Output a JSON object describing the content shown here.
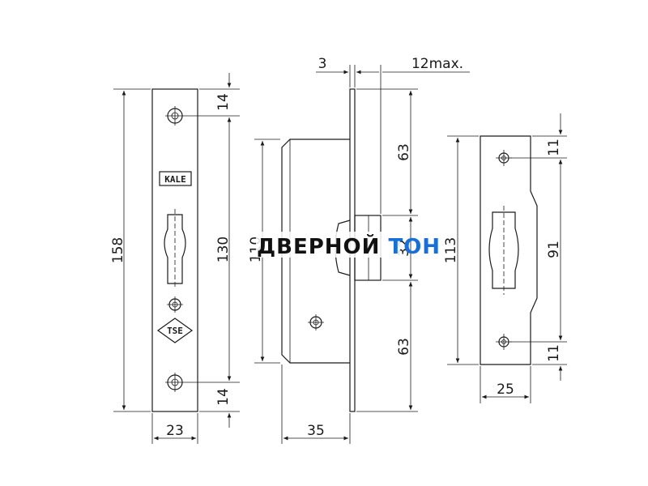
{
  "dimensions": {
    "faceplate_height": "158",
    "faceplate_inner": "130",
    "faceplate_top": "14",
    "faceplate_bottom": "14",
    "faceplate_width": "23",
    "body_height": "110",
    "upper": "63",
    "middle": "32",
    "lower": "63",
    "backset": "35",
    "plate_thickness": "3",
    "bolt_projection": "12max.",
    "strike_height": "113",
    "strike_inner": "91",
    "strike_top": "11",
    "strike_bottom": "11",
    "strike_width": "25"
  },
  "logos": {
    "kale": "KALE",
    "tse": "TSE"
  },
  "watermark": {
    "part1": "ДВЕРНОЙ ",
    "part2": "ТОН",
    "color1": "#111111",
    "color2": "#1a6fd6"
  }
}
